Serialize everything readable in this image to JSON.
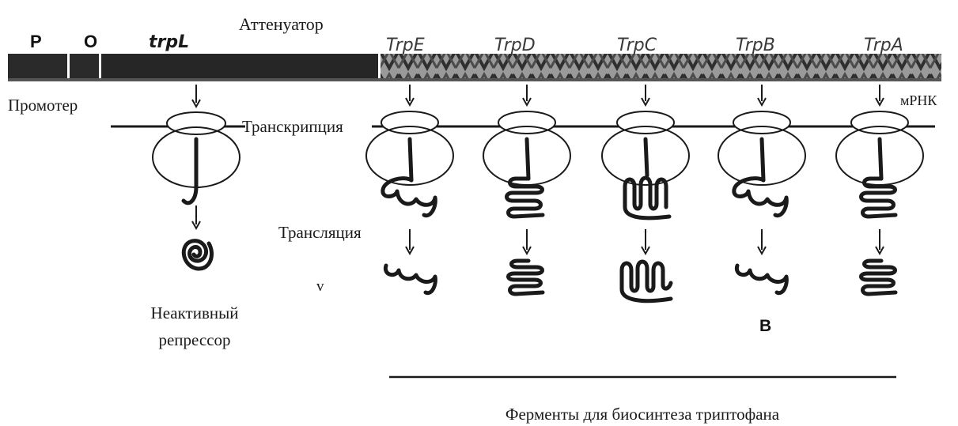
{
  "labels": {
    "attenuator": "Аттенуатор",
    "promoter": "Промотер",
    "transcription": "Транскрипция",
    "mrna": "мРНК",
    "translation": "Трансляция",
    "v_mark": "v",
    "inactive_repressor_line1": "Неактивный",
    "inactive_repressor_line2": "репрессор",
    "b_mark": "B",
    "enzymes_caption": "Ферменты для биосинтеза триптофана"
  },
  "operon": {
    "control_regions": [
      "P",
      "O"
    ],
    "leader": "trpL",
    "genes": [
      "TrpE",
      "TrpD",
      "TrpC",
      "TrpB",
      "TrpA"
    ]
  },
  "colors": {
    "dna_dark": "#2a2a2a",
    "gene_band": "#9a9a9a",
    "ink": "#1a1a1a"
  }
}
